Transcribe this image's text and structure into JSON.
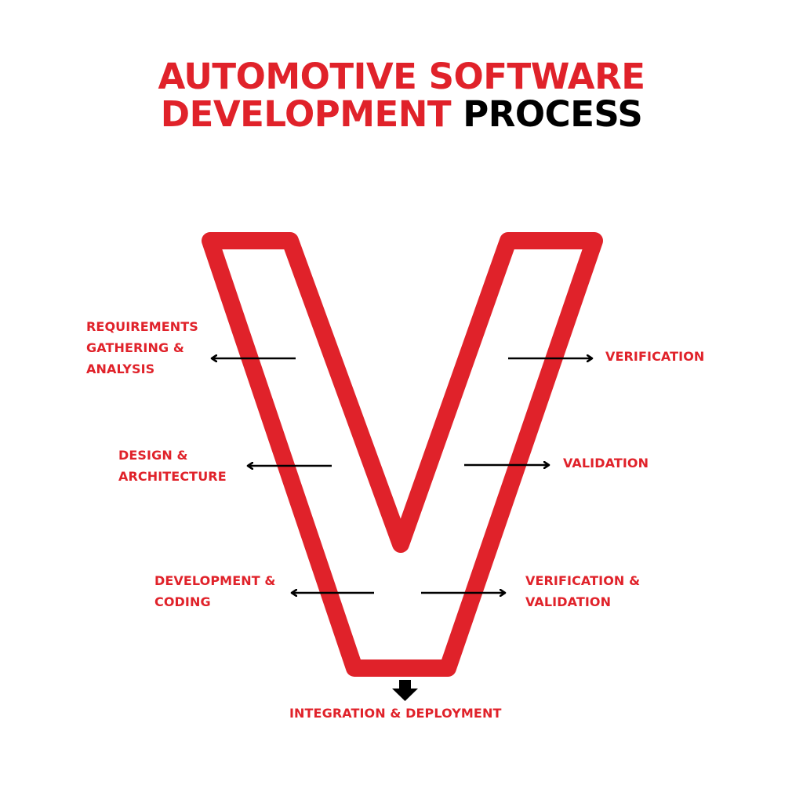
{
  "title": {
    "line1_red": "AUTOMOTIVE SOFTWARE",
    "line2_red": "DEVELOPMENT",
    "line2_black": "PROCESS"
  },
  "colors": {
    "accent_red": "#e0222a",
    "arrow_black": "#000000",
    "background": "#ffffff"
  },
  "diagram": {
    "shape": "V-model outline",
    "left_stages": [
      {
        "lines": [
          "REQUIREMENTS",
          "GATHERING &",
          "ANALYSIS"
        ],
        "arrow_direction": "left"
      },
      {
        "lines": [
          "DESIGN &",
          "ARCHITECTURE"
        ],
        "arrow_direction": "left"
      },
      {
        "lines": [
          "DEVELOPMENT &",
          "CODING"
        ],
        "arrow_direction": "left"
      }
    ],
    "right_stages": [
      {
        "lines": [
          "VERIFICATION"
        ],
        "arrow_direction": "right"
      },
      {
        "lines": [
          "VALIDATION"
        ],
        "arrow_direction": "right"
      },
      {
        "lines": [
          "VERIFICATION &",
          "VALIDATION"
        ],
        "arrow_direction": "right"
      }
    ],
    "bottom_stage": {
      "label": "INTEGRATION & DEPLOYMENT",
      "arrow_direction": "down"
    }
  }
}
